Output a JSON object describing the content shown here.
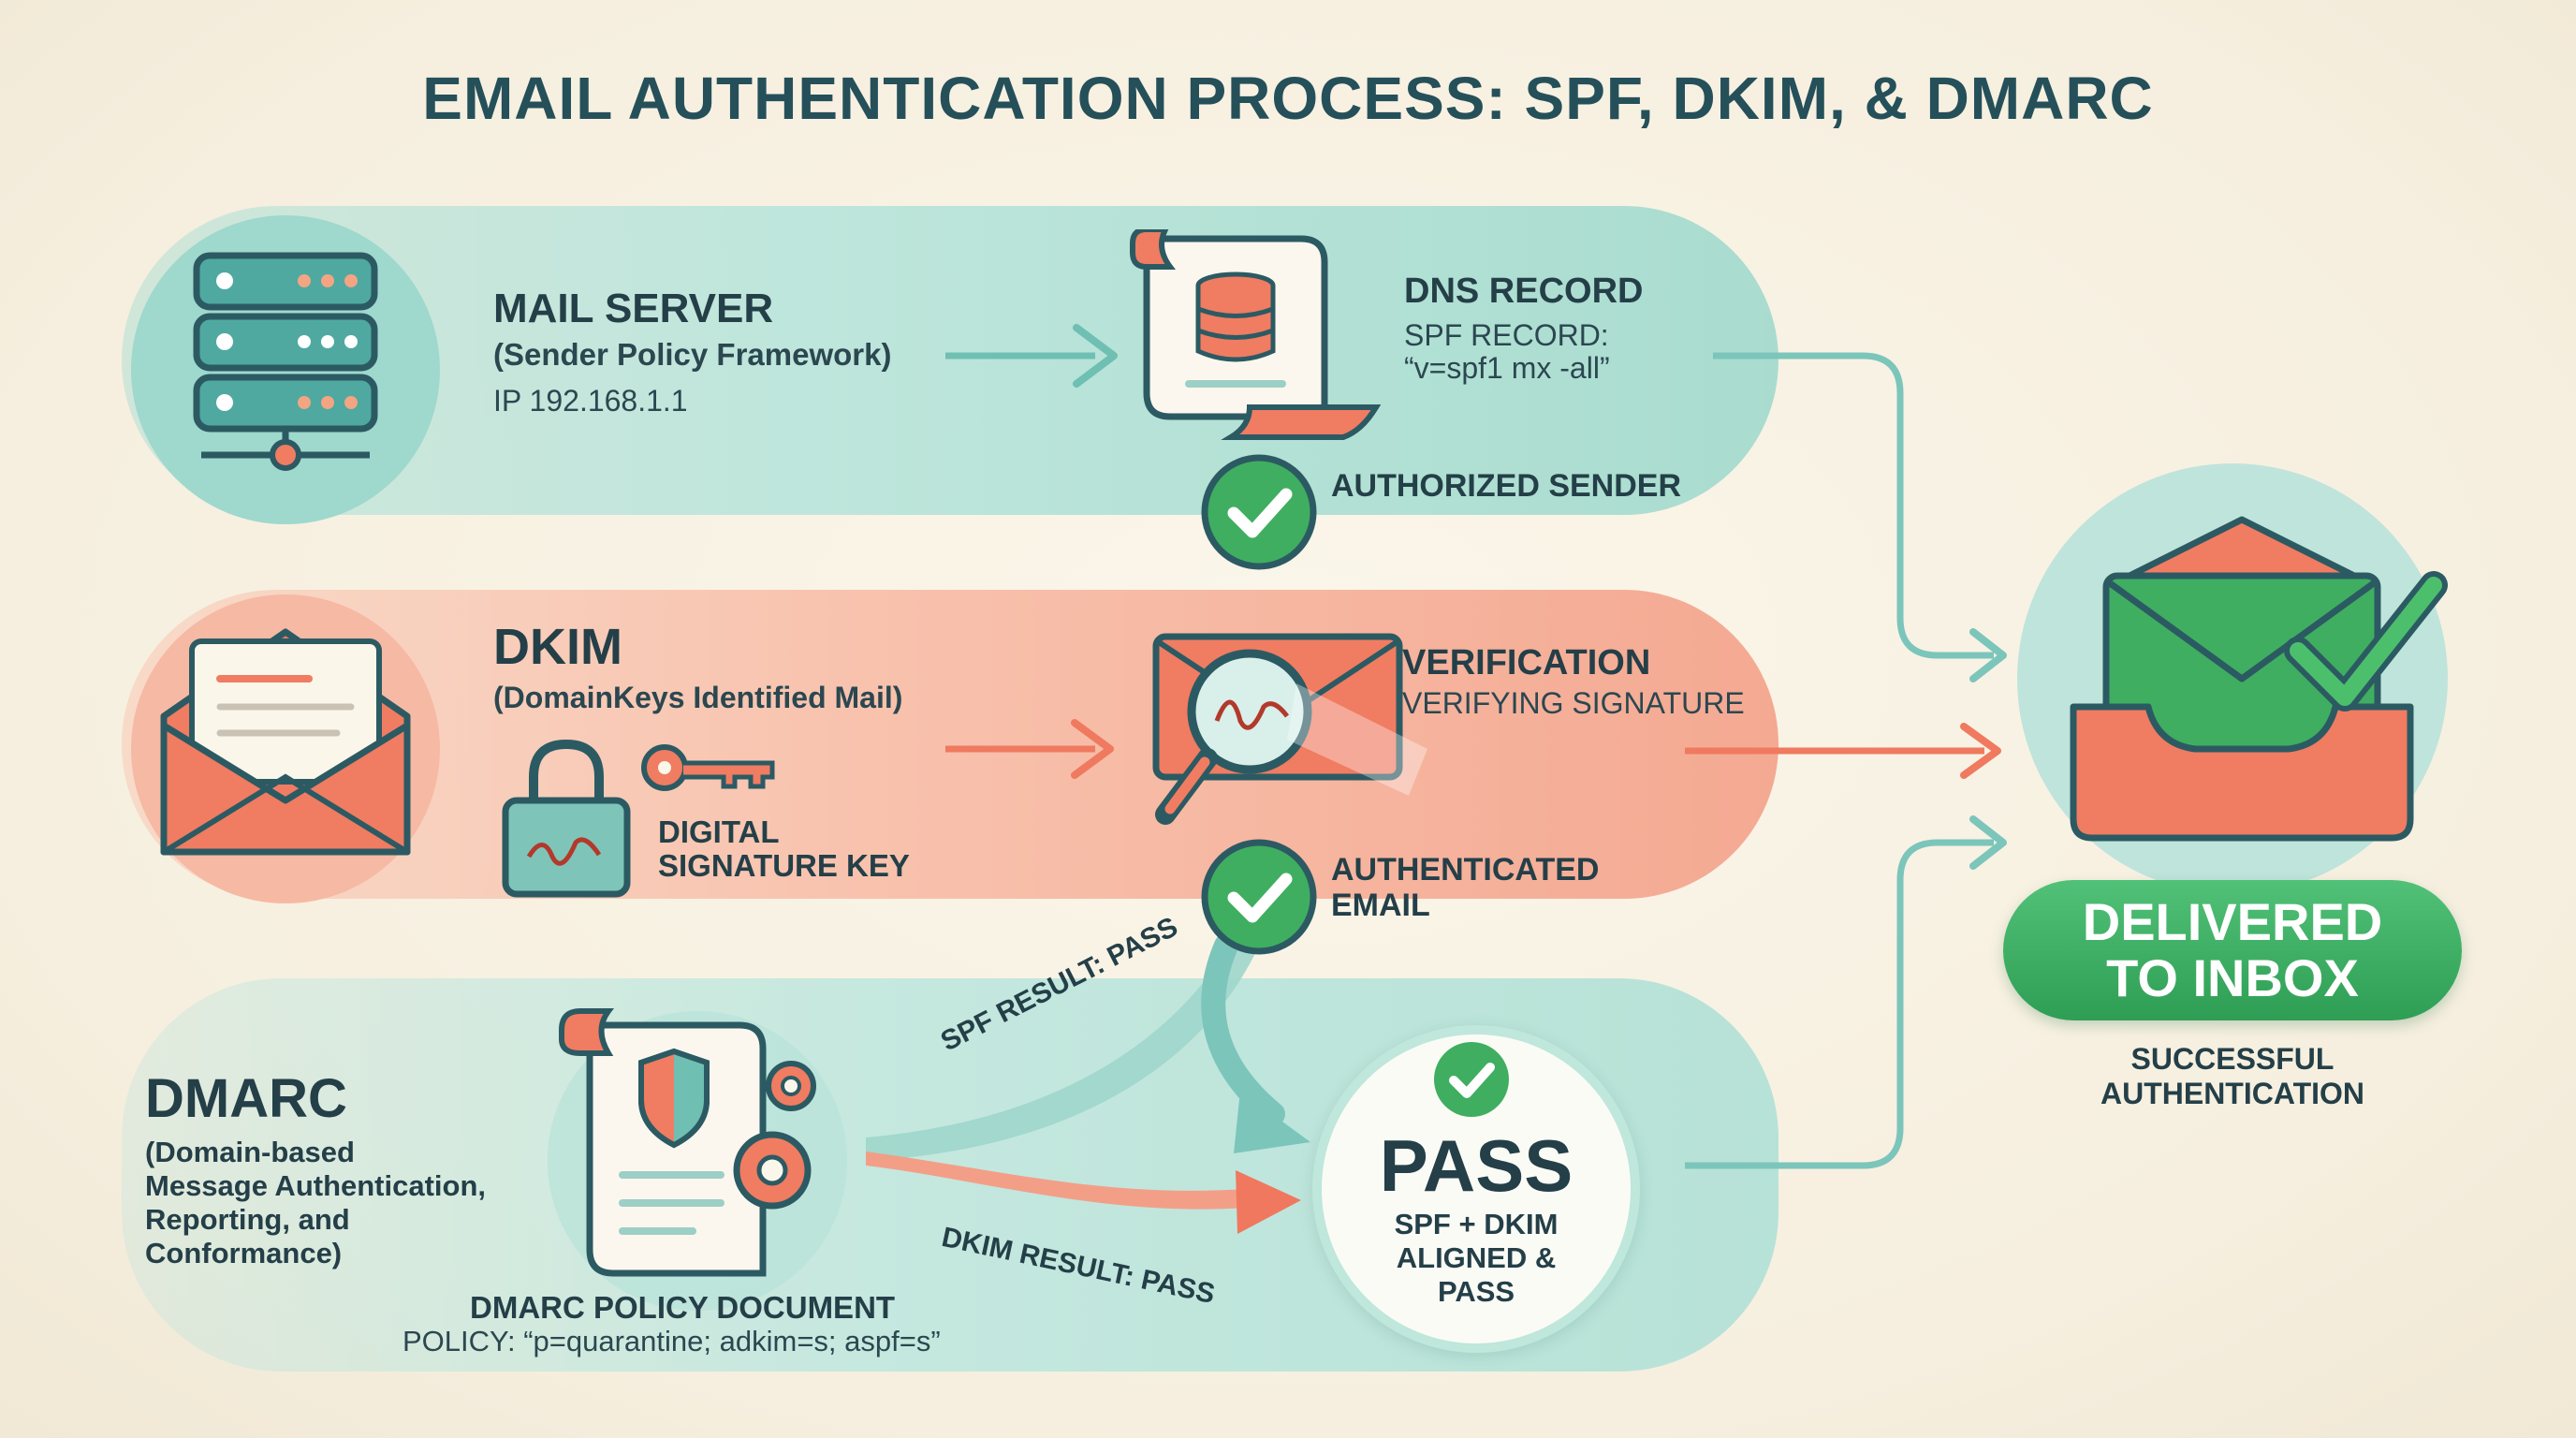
{
  "title": "EMAIL AUTHENTICATION PROCESS: SPF, DKIM, & DMARC",
  "spf": {
    "heading": "MAIL SERVER",
    "subheading": "(Sender Policy Framework)",
    "ip": "IP 192.168.1.1",
    "dns_heading": "DNS RECORD",
    "dns_line1": "SPF RECORD:",
    "dns_line2": "“v=spf1 mx -all”",
    "check_label": "AUTHORIZED SENDER"
  },
  "dkim": {
    "heading": "DKIM",
    "subheading": "(DomainKeys Identified Mail)",
    "key_line1": "DIGITAL",
    "key_line2": "SIGNATURE KEY",
    "verify_heading": "VERIFICATION",
    "verify_text": "VERIFYING SIGNATURE",
    "check_line1": "AUTHENTICATED",
    "check_line2": "EMAIL"
  },
  "dmarc": {
    "heading": "DMARC",
    "sub_line1": "(Domain-based",
    "sub_line2": "Message Authentication,",
    "sub_line3": "Reporting, and",
    "sub_line4": "Conformance)",
    "doc_label": "DMARC POLICY DOCUMENT",
    "policy": "POLICY: “p=quarantine; adkim=s; aspf=s”",
    "spf_result": "SPF RESULT: PASS",
    "dkim_result": "DKIM RESULT: PASS",
    "pass_title": "PASS",
    "pass_line1": "SPF + DKIM",
    "pass_line2": "ALIGNED &",
    "pass_line3": "PASS"
  },
  "result": {
    "pill_line1": "DELIVERED",
    "pill_line2": "TO INBOX",
    "sub_line1": "SUCCESSFUL",
    "sub_line2": "AUTHENTICATION"
  },
  "colors": {
    "teal": "#6fbfb3",
    "coral": "#f0785e",
    "green": "#3aa55c",
    "dark": "#25505a"
  }
}
